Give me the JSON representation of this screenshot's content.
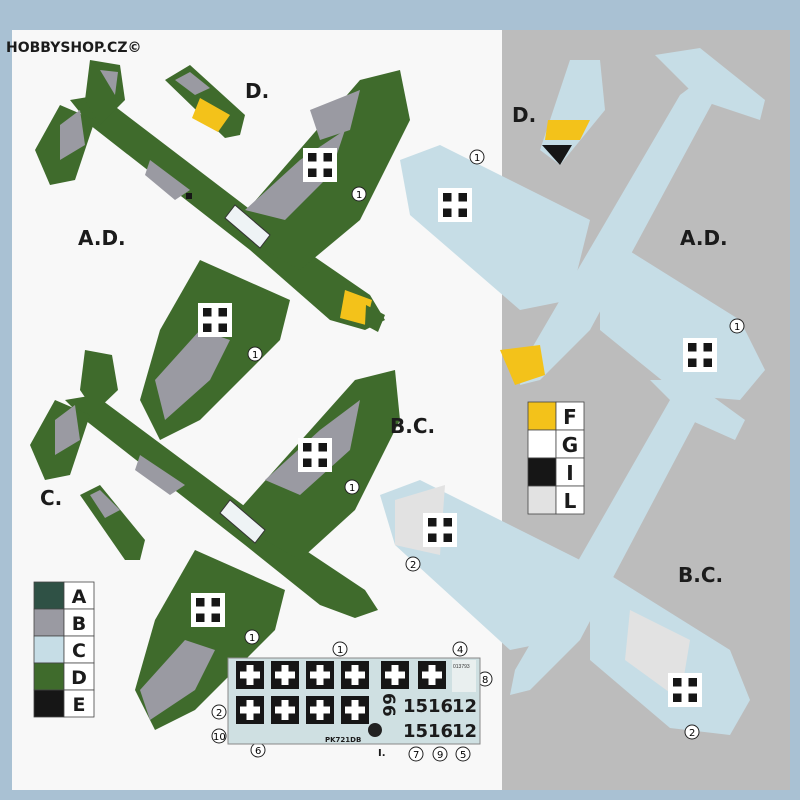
{
  "watermark": "HOBBYSHOP.CZ©",
  "colors": {
    "darkgreen": "#3f6b2c",
    "grey": "#9a9aa2",
    "lightblue": "#c6dde6",
    "yellow": "#f3c21a",
    "black": "#161616",
    "white": "#ffffff",
    "lightgrey": "#e2e2e2",
    "darkslate": "#2f5145",
    "bgwhite": "#f8f8f8",
    "bggrey": "#bcbcbc",
    "frame": "#a9c1d3"
  },
  "labels": {
    "d_left": "D.",
    "ad_left": "A.D.",
    "bc_left": "B.C.",
    "c_left": "C.",
    "d_right": "D.",
    "ad_right": "A.D.",
    "bc_right": "B.C."
  },
  "legend_left": [
    {
      "letter": "A",
      "color": "#2f5145"
    },
    {
      "letter": "B",
      "color": "#9a9aa2"
    },
    {
      "letter": "C",
      "color": "#c6dde6"
    },
    {
      "letter": "D",
      "color": "#3f6b2c"
    },
    {
      "letter": "E",
      "color": "#161616"
    }
  ],
  "legend_right": [
    {
      "letter": "F",
      "color": "#f3c21a"
    },
    {
      "letter": "G",
      "color": "#ffffff"
    },
    {
      "letter": "I",
      "color": "#161616"
    },
    {
      "letter": "L",
      "color": "#e2e2e2"
    }
  ],
  "callouts": {
    "c1": "1",
    "c2": "2",
    "c4": "4",
    "c5": "5",
    "c6": "6",
    "c7": "7",
    "c8": "8",
    "c9": "9",
    "c10": "10"
  },
  "decal": {
    "num_66": "66",
    "num_15": "15",
    "num_16": "16",
    "num_12": "12",
    "num_15b": "15",
    "num_16b": "16",
    "num_12b": "12",
    "code": "PK721DB",
    "roman": "I.",
    "stencil": "013793"
  }
}
